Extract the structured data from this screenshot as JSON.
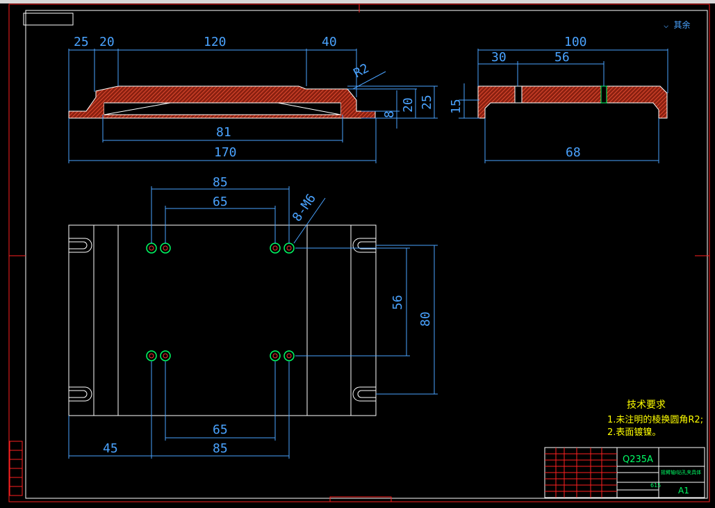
{
  "dims": {
    "top_25": "25",
    "top_20": "20",
    "top_120": "120",
    "top_40": "40",
    "radius": "R2",
    "v_8": "8",
    "v_20": "20",
    "v_25": "25",
    "bottom_81": "81",
    "bottom_170": "170",
    "side_100": "100",
    "side_30": "30",
    "side_56": "56",
    "side_15": "15",
    "side_68": "68",
    "plan_85_top": "85",
    "plan_65_top": "65",
    "holes": "8-M6",
    "plan_56": "56",
    "plan_80": "80",
    "plan_65_bottom": "65",
    "plan_45": "45",
    "plan_85_bottom": "85"
  },
  "notes": {
    "title": "技术要求",
    "line1": "1.未注明的棱换圆角R2;",
    "line2": "2.表面镀镍。"
  },
  "title_block": {
    "material": "Q235A",
    "part_name": "摇臂轴I钻孔夹具体",
    "sheet_size": "A1",
    "code": "615"
  },
  "colors": {
    "background": "#000000",
    "border": "#ff2020",
    "outline": "#ffffff",
    "dimension": "#4aa3ff",
    "hatch": "#c03020",
    "notes": "#ffff00",
    "title_text": "#00ff66"
  }
}
